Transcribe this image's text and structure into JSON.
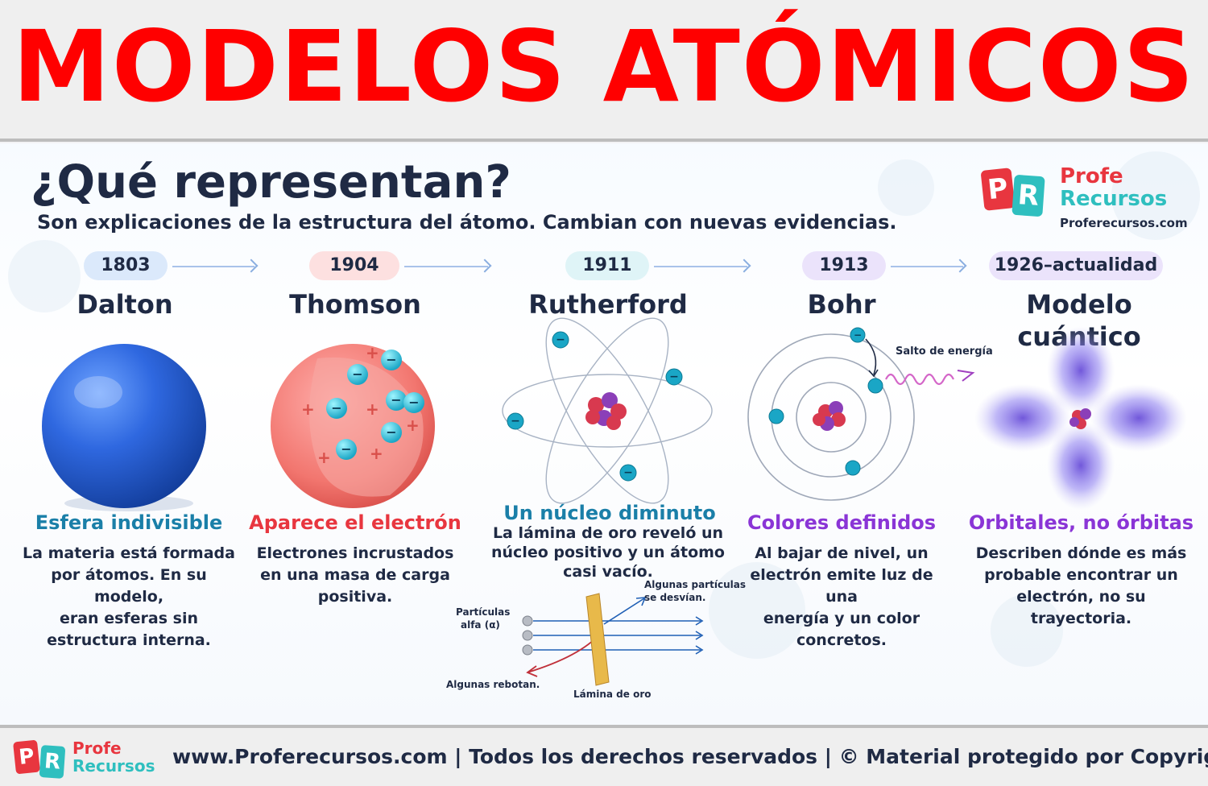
{
  "header": {
    "title": "MODELOS ATÓMICOS"
  },
  "intro": {
    "question": "¿Qué representan?",
    "subtitle": "Son explicaciones de la estructura del átomo. Cambian con nuevas evidencias."
  },
  "brand": {
    "line1": "Profe",
    "line2": "Recursos",
    "url": "Proferecursos.com",
    "p": "P",
    "r": "R"
  },
  "colors": {
    "title_red": "#ff0000",
    "dark_text": "#1f2a44",
    "teal": "#1a7fa8",
    "red": "#e8363f",
    "purple": "#8a35d6",
    "brand_teal": "#2fbfbf"
  },
  "models": [
    {
      "year": "1803",
      "name": "Dalton",
      "subtitle": "Esfera indivisible",
      "desc": [
        "La materia está formada",
        "por átomos. En su modelo,",
        "eran esferas sin",
        "estructura interna."
      ],
      "pill_color": "#dbe9fb",
      "sub_color": "#1a7fa8",
      "icon": "solid-sphere-icon"
    },
    {
      "year": "1904",
      "name": "Thomson",
      "subtitle": "Aparece el electrón",
      "desc": [
        "Electrones incrustados",
        "en una masa de carga",
        "positiva."
      ],
      "pill_color": "#fde0e0",
      "sub_color": "#e8363f",
      "icon": "plum-pudding-icon"
    },
    {
      "year": "1911",
      "name": "Rutherford",
      "subtitle": "Un núcleo diminuto",
      "desc": [
        "La lámina de oro reveló un",
        "núcleo positivo y un átomo",
        "casi vacío."
      ],
      "pill_color": "#dff4f7",
      "sub_color": "#1a7fa8",
      "icon": "nuclear-atom-icon"
    },
    {
      "year": "1913",
      "name": "Bohr",
      "subtitle": "Colores definidos",
      "desc": [
        "Al bajar de nivel, un",
        "electrón emite luz de una",
        "energía y un color",
        "concretos."
      ],
      "pill_color": "#ebe3fb",
      "sub_color": "#8a35d6",
      "icon": "bohr-orbits-icon"
    },
    {
      "year": "1926–actualidad",
      "name": "Modelo cuántico",
      "subtitle": "Orbitales, no órbitas",
      "desc": [
        "Describen dónde es más",
        "probable encontrar un",
        "electrón, no su trayectoria."
      ],
      "pill_color": "#ebe3fb",
      "sub_color": "#8a35d6",
      "icon": "electron-cloud-icon"
    }
  ],
  "labels": {
    "energy_jump": "Salto de energía",
    "alpha_particles": [
      "Partículas",
      "alfa (α)"
    ],
    "deflect": [
      "Algunas partículas",
      "se desvían."
    ],
    "bounce": "Algunas rebotan.",
    "gold_foil": "Lámina de oro"
  },
  "footer": {
    "text": "www.Proferecursos.com | Todos los derechos reservados | © Material protegido por Copyright"
  }
}
